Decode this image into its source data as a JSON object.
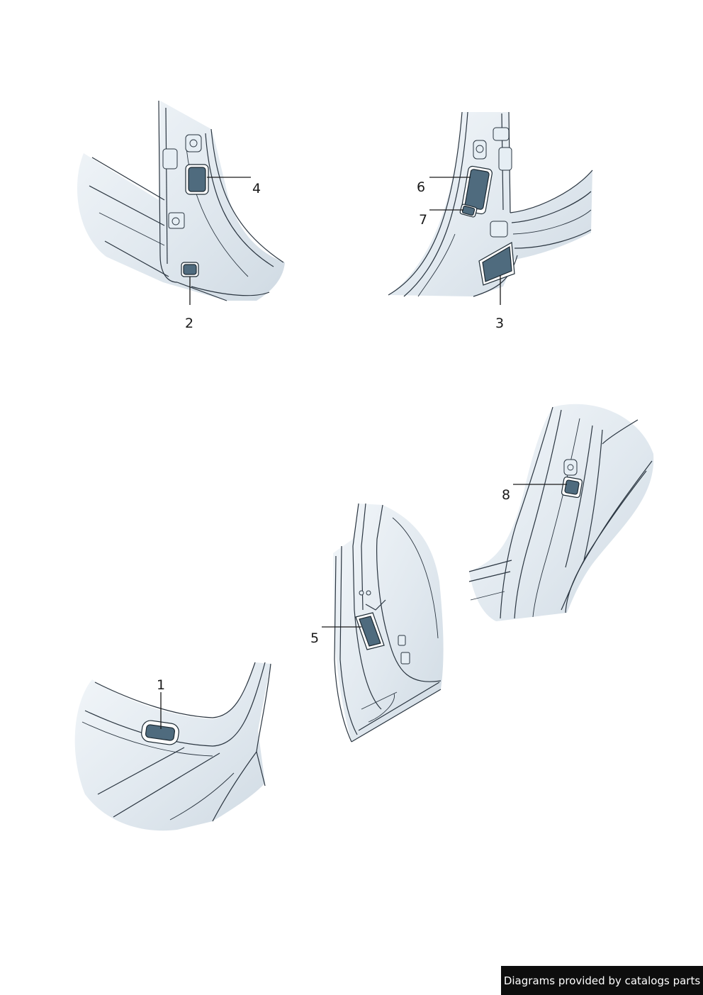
{
  "callouts": {
    "c1": "1",
    "c2": "2",
    "c3": "3",
    "c4": "4",
    "c5": "5",
    "c6": "6",
    "c7": "7",
    "c8": "8"
  },
  "credit": "Diagrams provided by catalogs parts",
  "colors": {
    "panel_light": "#e8eff5",
    "panel_mid": "#c8d6e2",
    "panel_dark": "#a9bccc",
    "tape": "#4f6b7e",
    "line": "#2a3540",
    "credit_bg": "#0d0d0d"
  }
}
